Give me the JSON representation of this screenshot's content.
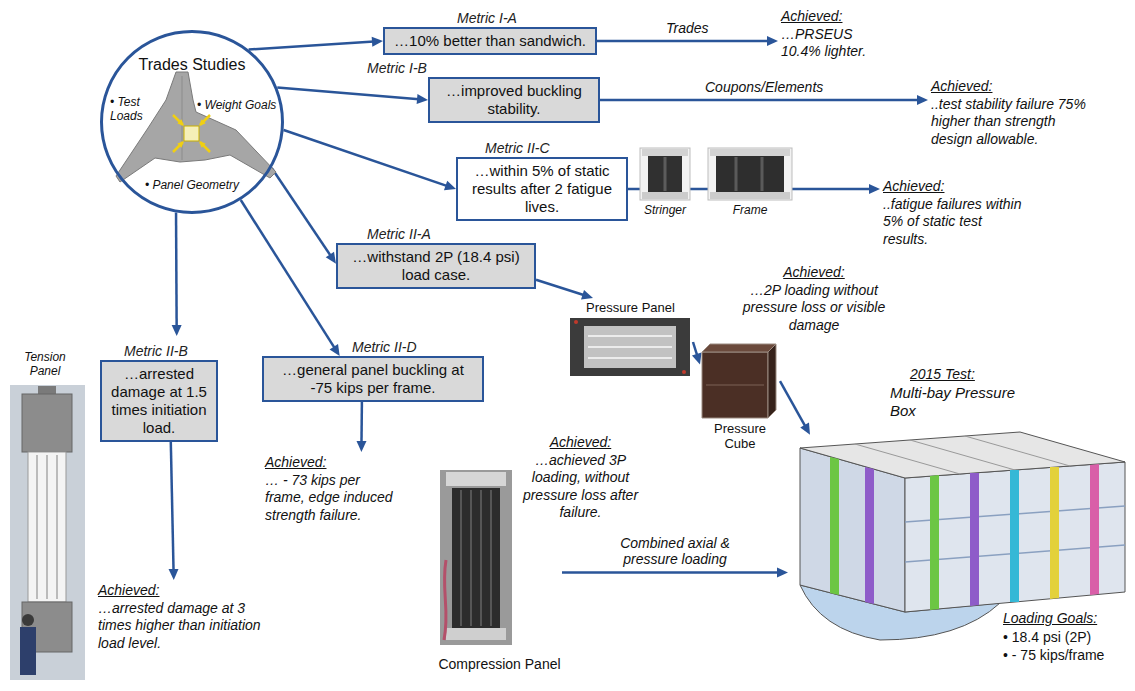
{
  "diagram": {
    "nodes": [
      {
        "text": [
          "Trades Studies",
          "• Weight Goals",
          "• Test Loads",
          "• Panel Geometry"
        ]
      },
      {
        "text": [
          "Metric I-A",
          "…10% better than sandwich."
        ]
      },
      {
        "text": [
          "Achieved:",
          "…PRSEUS 10.4% lighter."
        ]
      },
      {
        "text": [
          "Metric I-B",
          "…improved buckling stability."
        ]
      },
      {
        "text": [
          "Achieved:",
          "..test stability failure 75% higher than strength design allowable."
        ]
      },
      {
        "text": [
          "Metric II-C",
          "…within 5% of static results after 2 fatigue lives."
        ]
      },
      {
        "text": [
          "Achieved:",
          "..fatigue failures within 5% of static test results."
        ]
      },
      {
        "text": [
          "Metric II-A",
          "…withstand 2P (18.4 psi) load case."
        ]
      },
      {
        "text": [
          "Pressure Panel"
        ]
      },
      {
        "text": [
          "Achieved:",
          "…2P loading without pressure loss or visible damage"
        ]
      },
      {
        "text": [
          "Pressure Cube"
        ]
      },
      {
        "text": [
          "Tension Panel"
        ]
      },
      {
        "text": [
          "Metric II-B",
          "…arrested damage at 1.5 times initiation load."
        ]
      },
      {
        "text": [
          "Achieved:",
          "…arrested damage at 3 times higher than initiation load level."
        ]
      },
      {
        "text": [
          "Metric II-D",
          "…general panel buckling at -75 kips per frame."
        ]
      },
      {
        "text": [
          "Achieved:",
          "… - 73 kips per frame, edge induced strength failure."
        ]
      },
      {
        "text": [
          "Achieved:",
          "…achieved 3P loading, without pressure loss after failure."
        ]
      },
      {
        "text": [
          "Compression Panel"
        ]
      },
      {
        "text": [
          "2015 Test:",
          "Multi-bay Pressure Box",
          "Loading Goals:",
          "• 18.4 psi (2P)",
          "• - 75 kips/frame"
        ]
      }
    ],
    "edges": [
      {
        "from": 0,
        "to": 1,
        "arrow": "to"
      },
      {
        "from": 0,
        "to": 3,
        "arrow": "to"
      },
      {
        "from": 0,
        "to": 5,
        "arrow": "to"
      },
      {
        "from": 0,
        "to": 7,
        "arrow": "to"
      },
      {
        "from": 0,
        "to": 12,
        "arrow": "to"
      },
      {
        "from": 0,
        "to": 14,
        "arrow": "to"
      },
      {
        "from": 1,
        "to": 2,
        "label": "Trades",
        "arrow": "to"
      },
      {
        "from": 3,
        "to": 4,
        "label": "Coupons/Elements",
        "arrow": "to"
      },
      {
        "from": 5,
        "to": 6,
        "arrow": "to"
      },
      {
        "from": 7,
        "to": 8,
        "arrow": "to"
      },
      {
        "from": 8,
        "to": 10,
        "arrow": "to"
      },
      {
        "from": 10,
        "to": 18,
        "arrow": "to"
      },
      {
        "from": 12,
        "to": 13,
        "arrow": "to"
      },
      {
        "from": 14,
        "to": 15,
        "arrow": "to"
      },
      {
        "from": 17,
        "to": 18,
        "label": "Combined axial & pressure loading",
        "arrow": "to"
      }
    ],
    "labels": [
      "Stringer",
      "Frame"
    ]
  }
}
